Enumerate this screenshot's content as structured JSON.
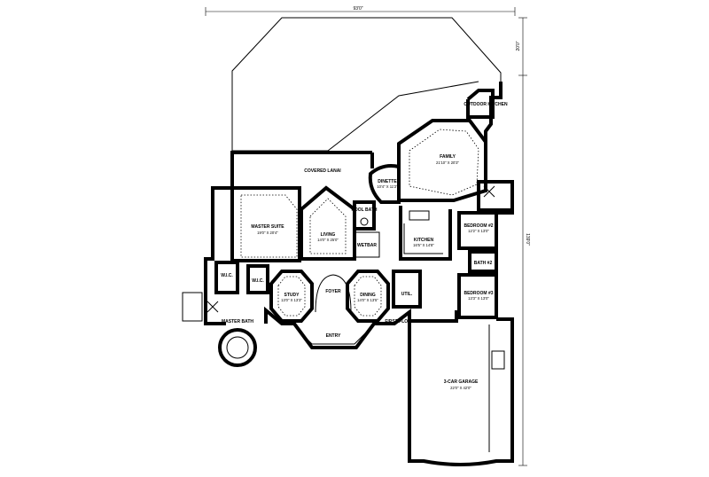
{
  "plan": {
    "overall_width": "93'0\"",
    "overall_depth": "139'0\"",
    "side_dim_top": "20'0\"",
    "floor_label": "FIRST FLOOR"
  },
  "rooms": {
    "covered_lanai": {
      "name": "COVERED LANAI"
    },
    "family": {
      "name": "FAMILY",
      "size": "21'10\" X 20'3\""
    },
    "outdoor_kitchen": {
      "name": "OUTDOOR KITCHEN"
    },
    "dinette": {
      "name": "DINETTE",
      "size": "10'4\" X 11'2\""
    },
    "master_suite": {
      "name": "MASTER SUITE",
      "size": "19'0\" X 20'4\""
    },
    "living": {
      "name": "LIVING",
      "size": "14'0\" X 25'0\""
    },
    "pool_bath": {
      "name": "POOL BATH"
    },
    "wet_bar": {
      "name": "WETBAR"
    },
    "kitchen": {
      "name": "KITCHEN",
      "size": "16'5\" X 14'8\""
    },
    "bedroom2": {
      "name": "BEDROOM #2",
      "size": "12'2\" X 13'0\""
    },
    "bath2": {
      "name": "BATH #2"
    },
    "bedroom3": {
      "name": "BEDROOM #3",
      "size": "13'3\" X 13'0\""
    },
    "wic1": {
      "name": "W.I.C."
    },
    "wic2": {
      "name": "W.I.C."
    },
    "study": {
      "name": "STUDY",
      "size": "13'0\" X 13'3\""
    },
    "foyer": {
      "name": "FOYER"
    },
    "dining": {
      "name": "DINING",
      "size": "14'0\" X 13'5\""
    },
    "util": {
      "name": "UTIL."
    },
    "entry": {
      "name": "ENTRY"
    },
    "master_bath": {
      "name": "MASTER BATH"
    },
    "garage": {
      "name": "3-CAR GARAGE",
      "size": "22'0\" X 42'0\""
    }
  }
}
